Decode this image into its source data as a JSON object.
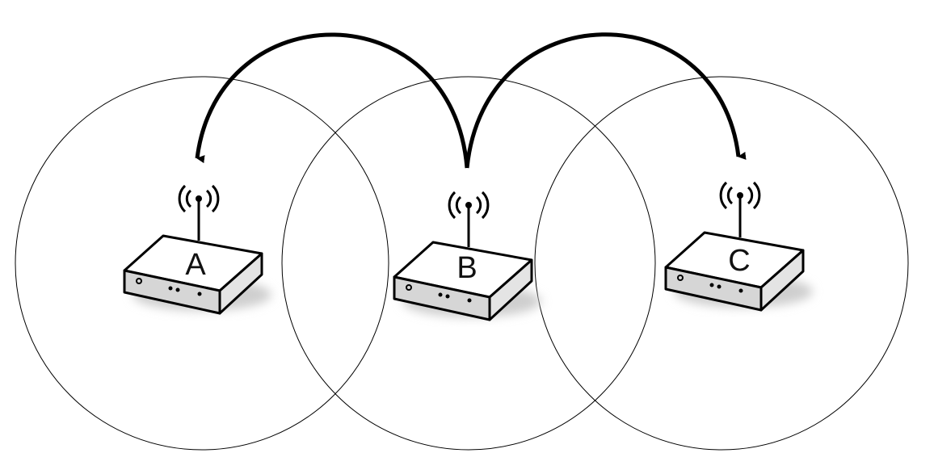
{
  "colors": {
    "background": "#ffffff",
    "stroke": "#000000",
    "router_top": "#ffffff",
    "router_side": "#e4e4e4",
    "router_front": "#d6d6d6",
    "shadow": "#cfcfcf"
  },
  "icons": {
    "router": "router-icon",
    "signal": "wifi-signal-icon"
  },
  "routers": [
    {
      "label": "A"
    },
    {
      "label": "B"
    },
    {
      "label": "C"
    }
  ],
  "hops": [
    {
      "from": "B",
      "to": "A"
    },
    {
      "from": "B",
      "to": "C"
    }
  ]
}
